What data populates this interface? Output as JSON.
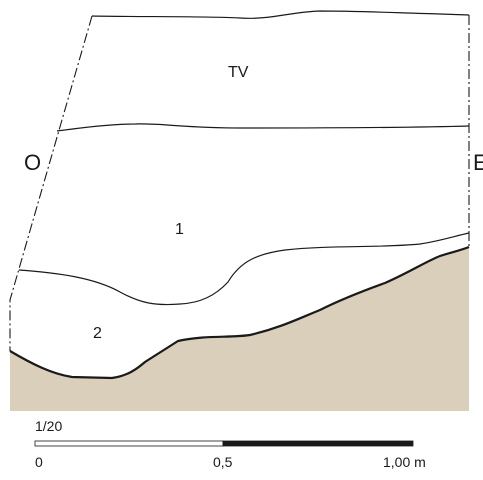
{
  "section": {
    "side_left": "O",
    "side_right": "E",
    "layers": {
      "top": "TV",
      "middle": "1",
      "lower": "2"
    },
    "bedrock_color": "#dacfbb"
  },
  "scale": {
    "ratio": "1/20",
    "tick_start": "0",
    "tick_mid": "0,5",
    "tick_end": "1,00 m"
  }
}
